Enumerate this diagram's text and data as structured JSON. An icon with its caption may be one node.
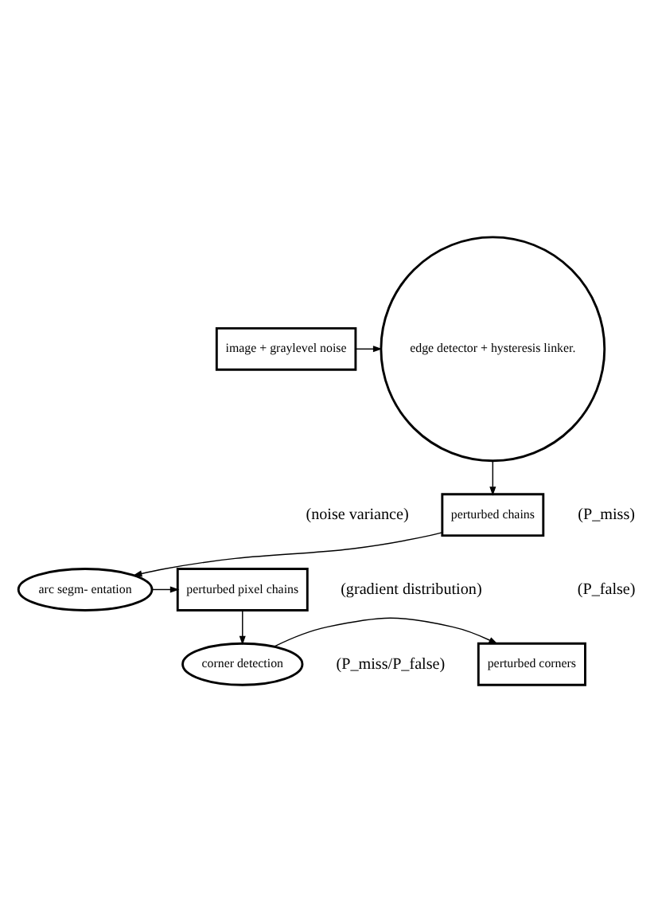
{
  "diagram": {
    "nodes": [
      {
        "text": [
          "image + graylevel noise"
        ]
      },
      {
        "text": [
          "edge detector + hysteresis linker."
        ]
      },
      {
        "text": [
          "perturbed chains"
        ]
      },
      {
        "text": [
          "arc segm- entation"
        ]
      },
      {
        "text": [
          "perturbed pixel chains"
        ]
      },
      {
        "text": [
          "corner detection"
        ]
      },
      {
        "text": [
          "perturbed corners"
        ],
        "beside": [
          "(P_miss/P_false)"
        ]
      }
    ],
    "edges": [
      {
        "from": 0,
        "to": 1,
        "arrow": "to"
      },
      {
        "from": 1,
        "to": 2,
        "arrow": "to"
      },
      {
        "from": 2,
        "to": 3,
        "arrow": "to"
      },
      {
        "from": 3,
        "to": 4,
        "arrow": "to"
      },
      {
        "from": 4,
        "to": 5,
        "arrow": "to"
      },
      {
        "from": 5,
        "to": 6,
        "arrow": "to"
      }
    ],
    "labels": [
      "(noise variance)",
      "(P_miss)",
      "(gradient distribution)",
      "(P_false)"
    ]
  }
}
